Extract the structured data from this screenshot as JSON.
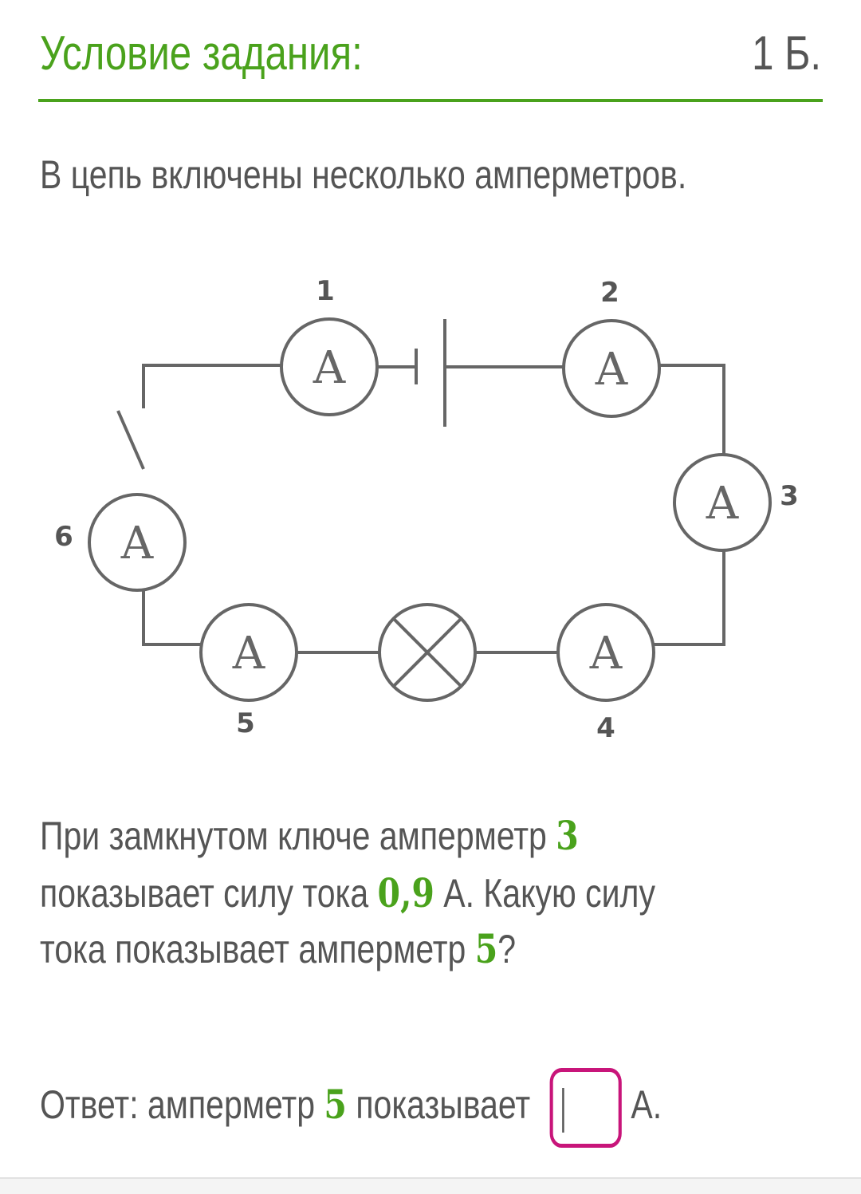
{
  "header": {
    "title": "Условие задания:",
    "points": "1 Б."
  },
  "intro": "В цепь включены несколько амперметров.",
  "circuit": {
    "ammeter_symbol": "A",
    "labels": [
      "1",
      "2",
      "3",
      "4",
      "5",
      "6"
    ]
  },
  "question": {
    "l1a": "При замкнутом ключе амперметр ",
    "n1": "3",
    "l2a": "показывает силу тока ",
    "n2": "0,9",
    "l2b": " А. Какую силу",
    "l3a": "тока показывает амперметр ",
    "n3": "5",
    "l3b": "?"
  },
  "answer": {
    "prefix": "Ответ: амперметр ",
    "n": "5",
    "mid": " показывает",
    "value": "",
    "unit": "А."
  },
  "colors": {
    "accent": "#4aa21c",
    "input_border": "#c8157a"
  }
}
